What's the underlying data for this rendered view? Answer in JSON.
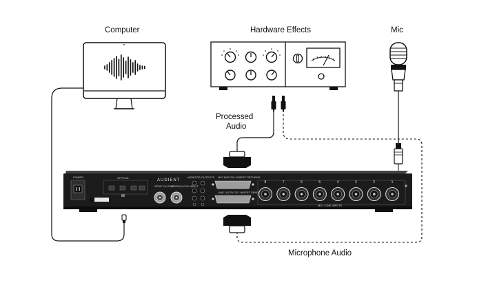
{
  "labels": {
    "computer": "Computer",
    "hardware_effects": "Hardware Effects",
    "mic": "Mic",
    "processed_audio_line1": "Processed",
    "processed_audio_line2": "Audio",
    "microphone_audio": "Microphone Audio"
  },
  "interface": {
    "brand": "AUDIENT",
    "power": "POWER",
    "optical": "OPTICAL",
    "monitor_outputs": "MONITOR OUTPUTS",
    "output_a": "SPDIF OUTPUT",
    "output_b": "WORDCLOCK INPUT",
    "db25_top": "MIC INPUTS / INSERT RETURNS",
    "db25_bottom": "LINE OUTPUTS / INSERT SENDS",
    "mic_line_inputs": "MIC / LINE INPUTS",
    "channels": [
      "8",
      "7",
      "6",
      "5",
      "4",
      "3",
      "2",
      "1"
    ]
  },
  "colors": {
    "stroke": "#111111",
    "device_body": "#1b1b1b",
    "xlr_socket": "#2e2e2e",
    "meter_face": "#ffffff"
  },
  "icons": {
    "computer": "monitor-icon",
    "waveform": "waveform-icon",
    "mic": "microphone-icon",
    "effects": "outboard-rack-icon"
  }
}
